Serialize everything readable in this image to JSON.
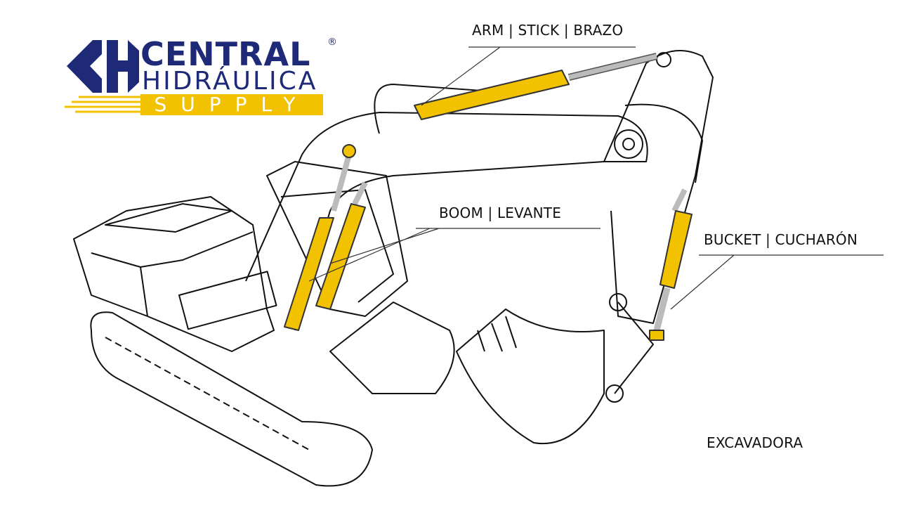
{
  "logo": {
    "line1": "CENTRAL",
    "line2": "HIDRÁULICA",
    "line3": "SUPPLY",
    "registered": "®"
  },
  "labels": {
    "arm": "ARM | STICK | BRAZO",
    "boom": "BOOM | LEVANTE",
    "bucket": "BUCKET | CUCHARÓN",
    "title": "EXCAVADORA"
  },
  "colors": {
    "cylinder": "#f2c200",
    "brand_blue": "#1e2a78",
    "line": "#111111"
  }
}
